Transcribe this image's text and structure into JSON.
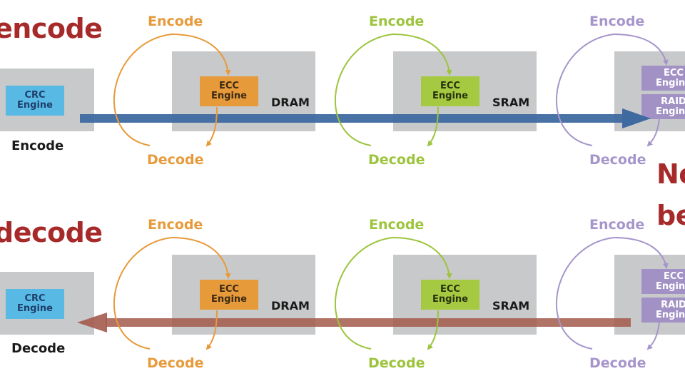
{
  "colors": {
    "box": "#c8c9ca",
    "crc": "#59b9e5",
    "ecc_orange": "#e79a3a",
    "ecc_green": "#a5c940",
    "ecc_purple": "#a191c5",
    "encode_arrow": "#3f6aa0",
    "decode_arrow": "#a45a4c",
    "title_red": "#a72a2a"
  },
  "top": {
    "title": "encode",
    "crc_block": {
      "chip": "CRC\nEngine",
      "caption": "Encode"
    },
    "dram_block": {
      "chip": "ECC\nEngine",
      "label": "DRAM",
      "encode": "Encode",
      "decode": "Decode"
    },
    "sram_block": {
      "chip": "ECC\nEngine",
      "label": "SRAM",
      "encode": "Encode",
      "decode": "Decode"
    },
    "nand_block": {
      "ecc_chip": "ECC\nEngine",
      "raid_chip": "RAID\nEngine",
      "encode": "Encode",
      "decode": "Decode"
    }
  },
  "note": {
    "line1": "No",
    "line2": "be"
  },
  "bottom": {
    "title": "decode",
    "crc_block": {
      "chip": "CRC\nEngine",
      "caption": "Decode"
    },
    "dram_block": {
      "chip": "ECC\nEngine",
      "label": "DRAM",
      "encode": "Encode",
      "decode": "Decode"
    },
    "sram_block": {
      "chip": "ECC\nEngine",
      "label": "SRAM",
      "encode": "Encode",
      "decode": "Decode"
    },
    "nand_block": {
      "ecc_chip": "ECC\nEngine",
      "raid_chip": "RAID\nEngine",
      "encode": "Encode",
      "decode": "Decode"
    }
  }
}
